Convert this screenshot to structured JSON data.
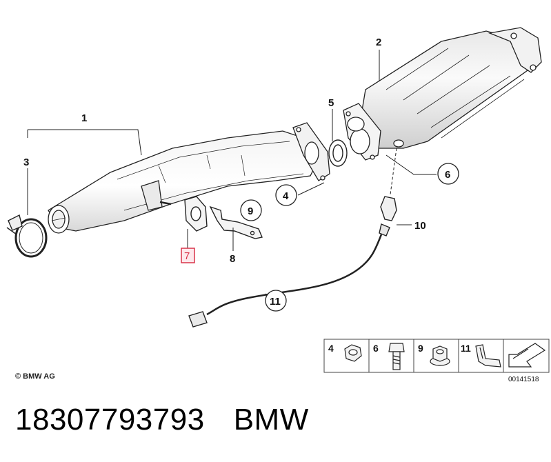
{
  "callouts": {
    "c1": "1",
    "c2": "2",
    "c3": "3",
    "c4": "4",
    "c5": "5",
    "c6": "6",
    "c7": "7",
    "c8": "8",
    "c9": "9",
    "c10": "10",
    "c11": "11"
  },
  "legend": {
    "items": [
      "4",
      "6",
      "9",
      "11"
    ],
    "diagram_code": "00141518"
  },
  "footer": {
    "copyright": "© BMW AG",
    "part_number": "18307793793",
    "brand": "BMW"
  },
  "colors": {
    "highlight": "#d9344a",
    "line": "#222222",
    "fill": "#ffffff",
    "shade": "#e6e6e6"
  }
}
